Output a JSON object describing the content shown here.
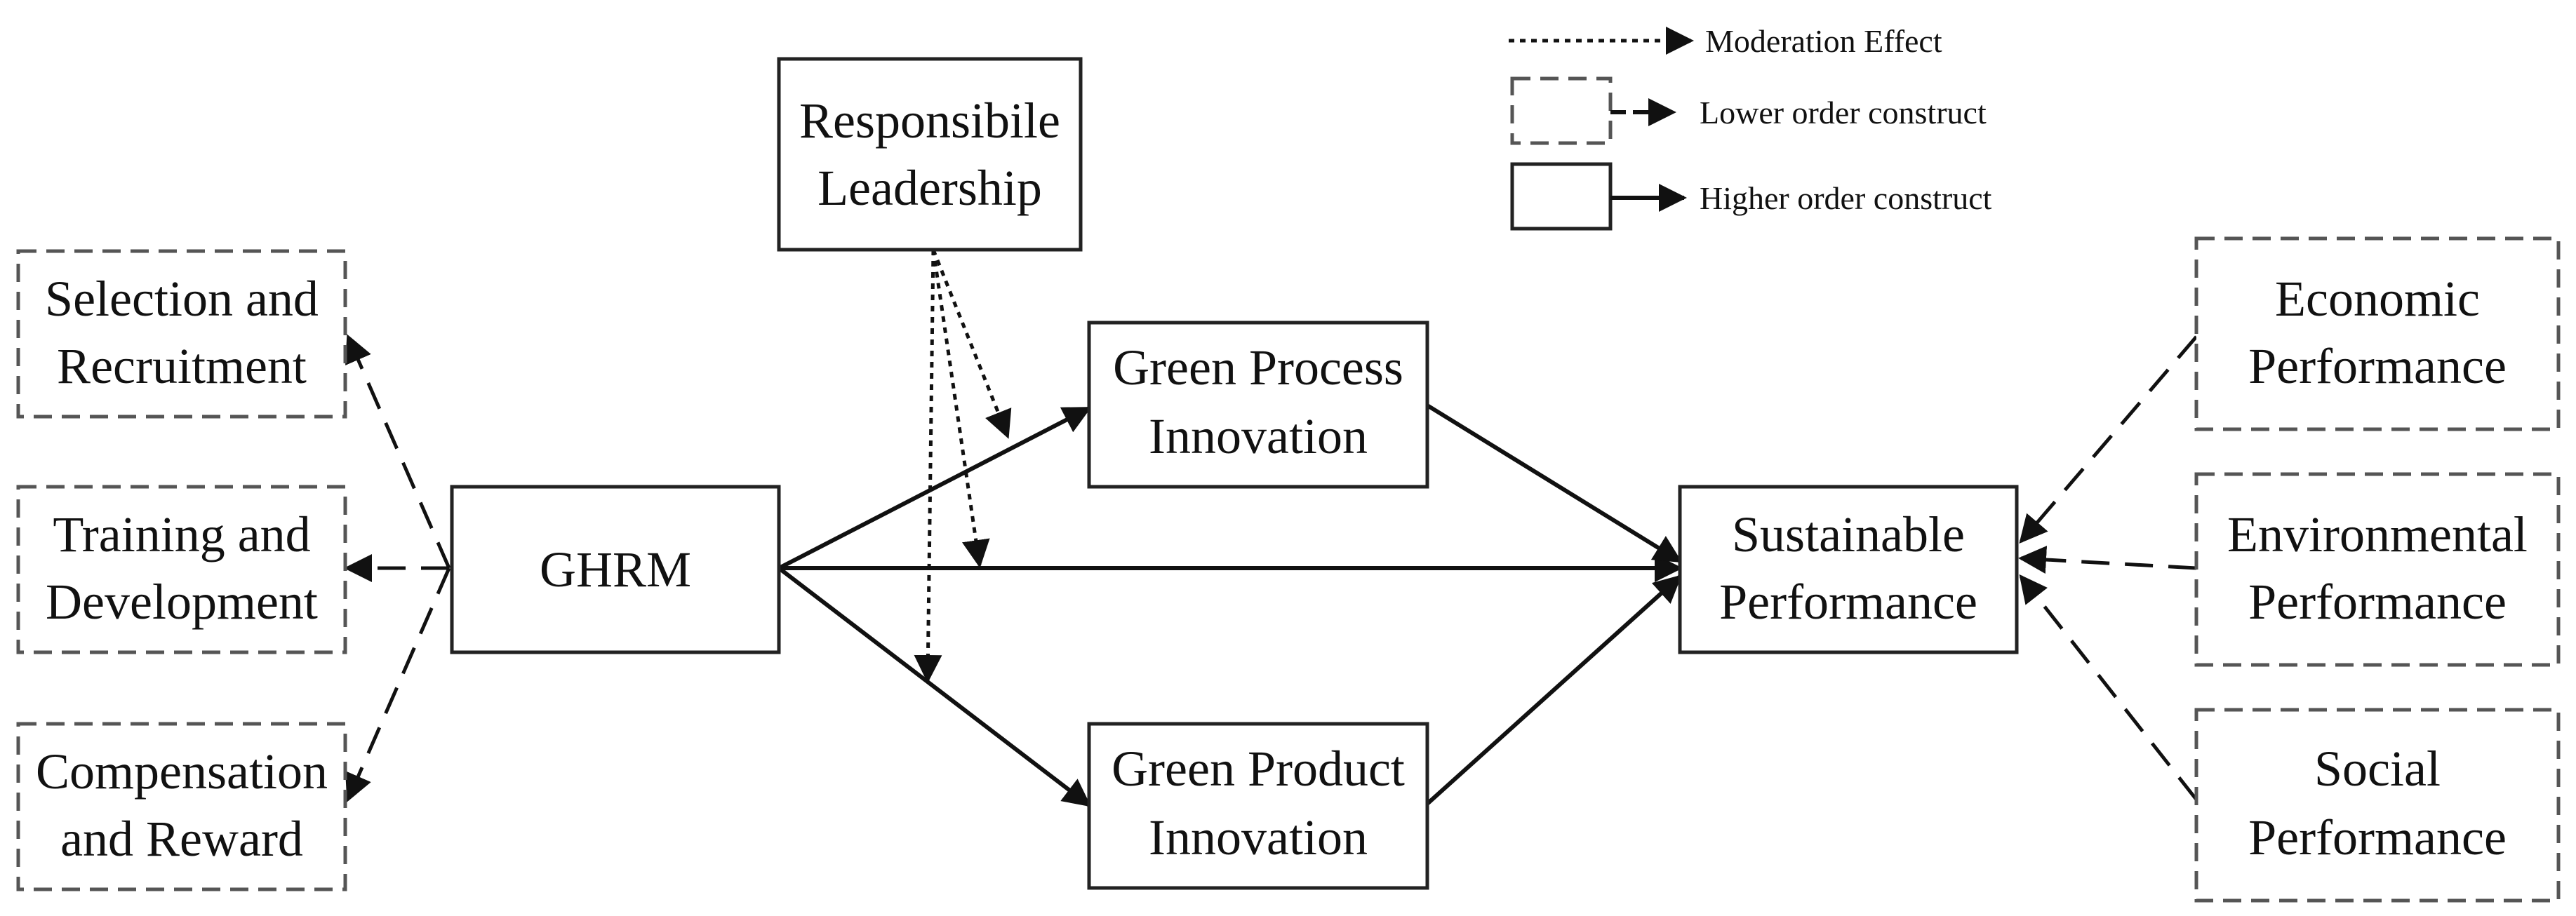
{
  "legend": {
    "moderation": "Moderation Effect",
    "lower_order": "Lower order construct",
    "higher_order": "Higher order construct"
  },
  "nodes": {
    "responsible_leadership": {
      "line1": "Responsibile",
      "line2": "Leadership"
    },
    "selection_recruitment": {
      "line1": "Selection and",
      "line2": "Recruitment"
    },
    "training_development": {
      "line1": "Training and",
      "line2": "Development"
    },
    "compensation_reward": {
      "line1": "Compensation",
      "line2": "and Reward"
    },
    "ghrm": {
      "line1": "GHRM"
    },
    "green_process": {
      "line1": "Green Process",
      "line2": "Innovation"
    },
    "green_product": {
      "line1": "Green Product",
      "line2": "Innovation"
    },
    "sustainable_performance": {
      "line1": "Sustainable",
      "line2": "Performance"
    },
    "economic_performance": {
      "line1": "Economic",
      "line2": "Performance"
    },
    "environmental_performance": {
      "line1": "Environmental",
      "line2": "Performance"
    },
    "social_performance": {
      "line1": "Social",
      "line2": "Performance"
    }
  },
  "colors": {
    "line": "#111111",
    "box_border": "#222222",
    "dashed_border": "#555555"
  }
}
